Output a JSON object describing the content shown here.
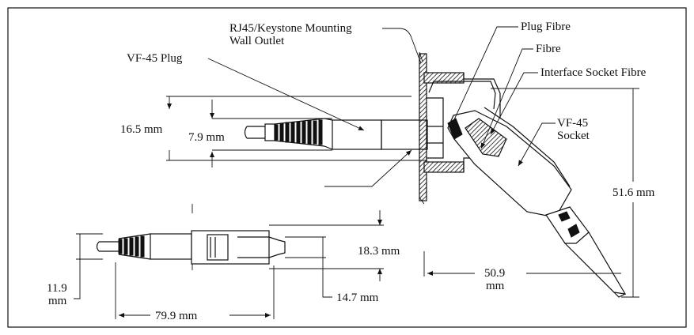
{
  "labels": {
    "mounting_line1": "RJ45/Keystone Mounting",
    "mounting_line2": "Wall Outlet",
    "plug_fibre": "Plug Fibre",
    "fibre": "Fibre",
    "interface_socket_fibre": "Interface Socket Fibre",
    "vf45_plug": "VF-45 Plug",
    "vf45_socket_line1": "VF-45",
    "vf45_socket_line2": "Socket"
  },
  "dimensions": {
    "d_16_5": "16.5 mm",
    "d_7_9": "7.9 mm",
    "d_51_6": "51.6 mm",
    "d_50_9_line1": "50.9",
    "d_50_9_line2": "mm",
    "d_18_3": "18.3 mm",
    "d_14_7": "14.7 mm",
    "d_11_9_line1": "11.9",
    "d_11_9_line2": "mm",
    "d_79_9": "79.9 mm"
  }
}
